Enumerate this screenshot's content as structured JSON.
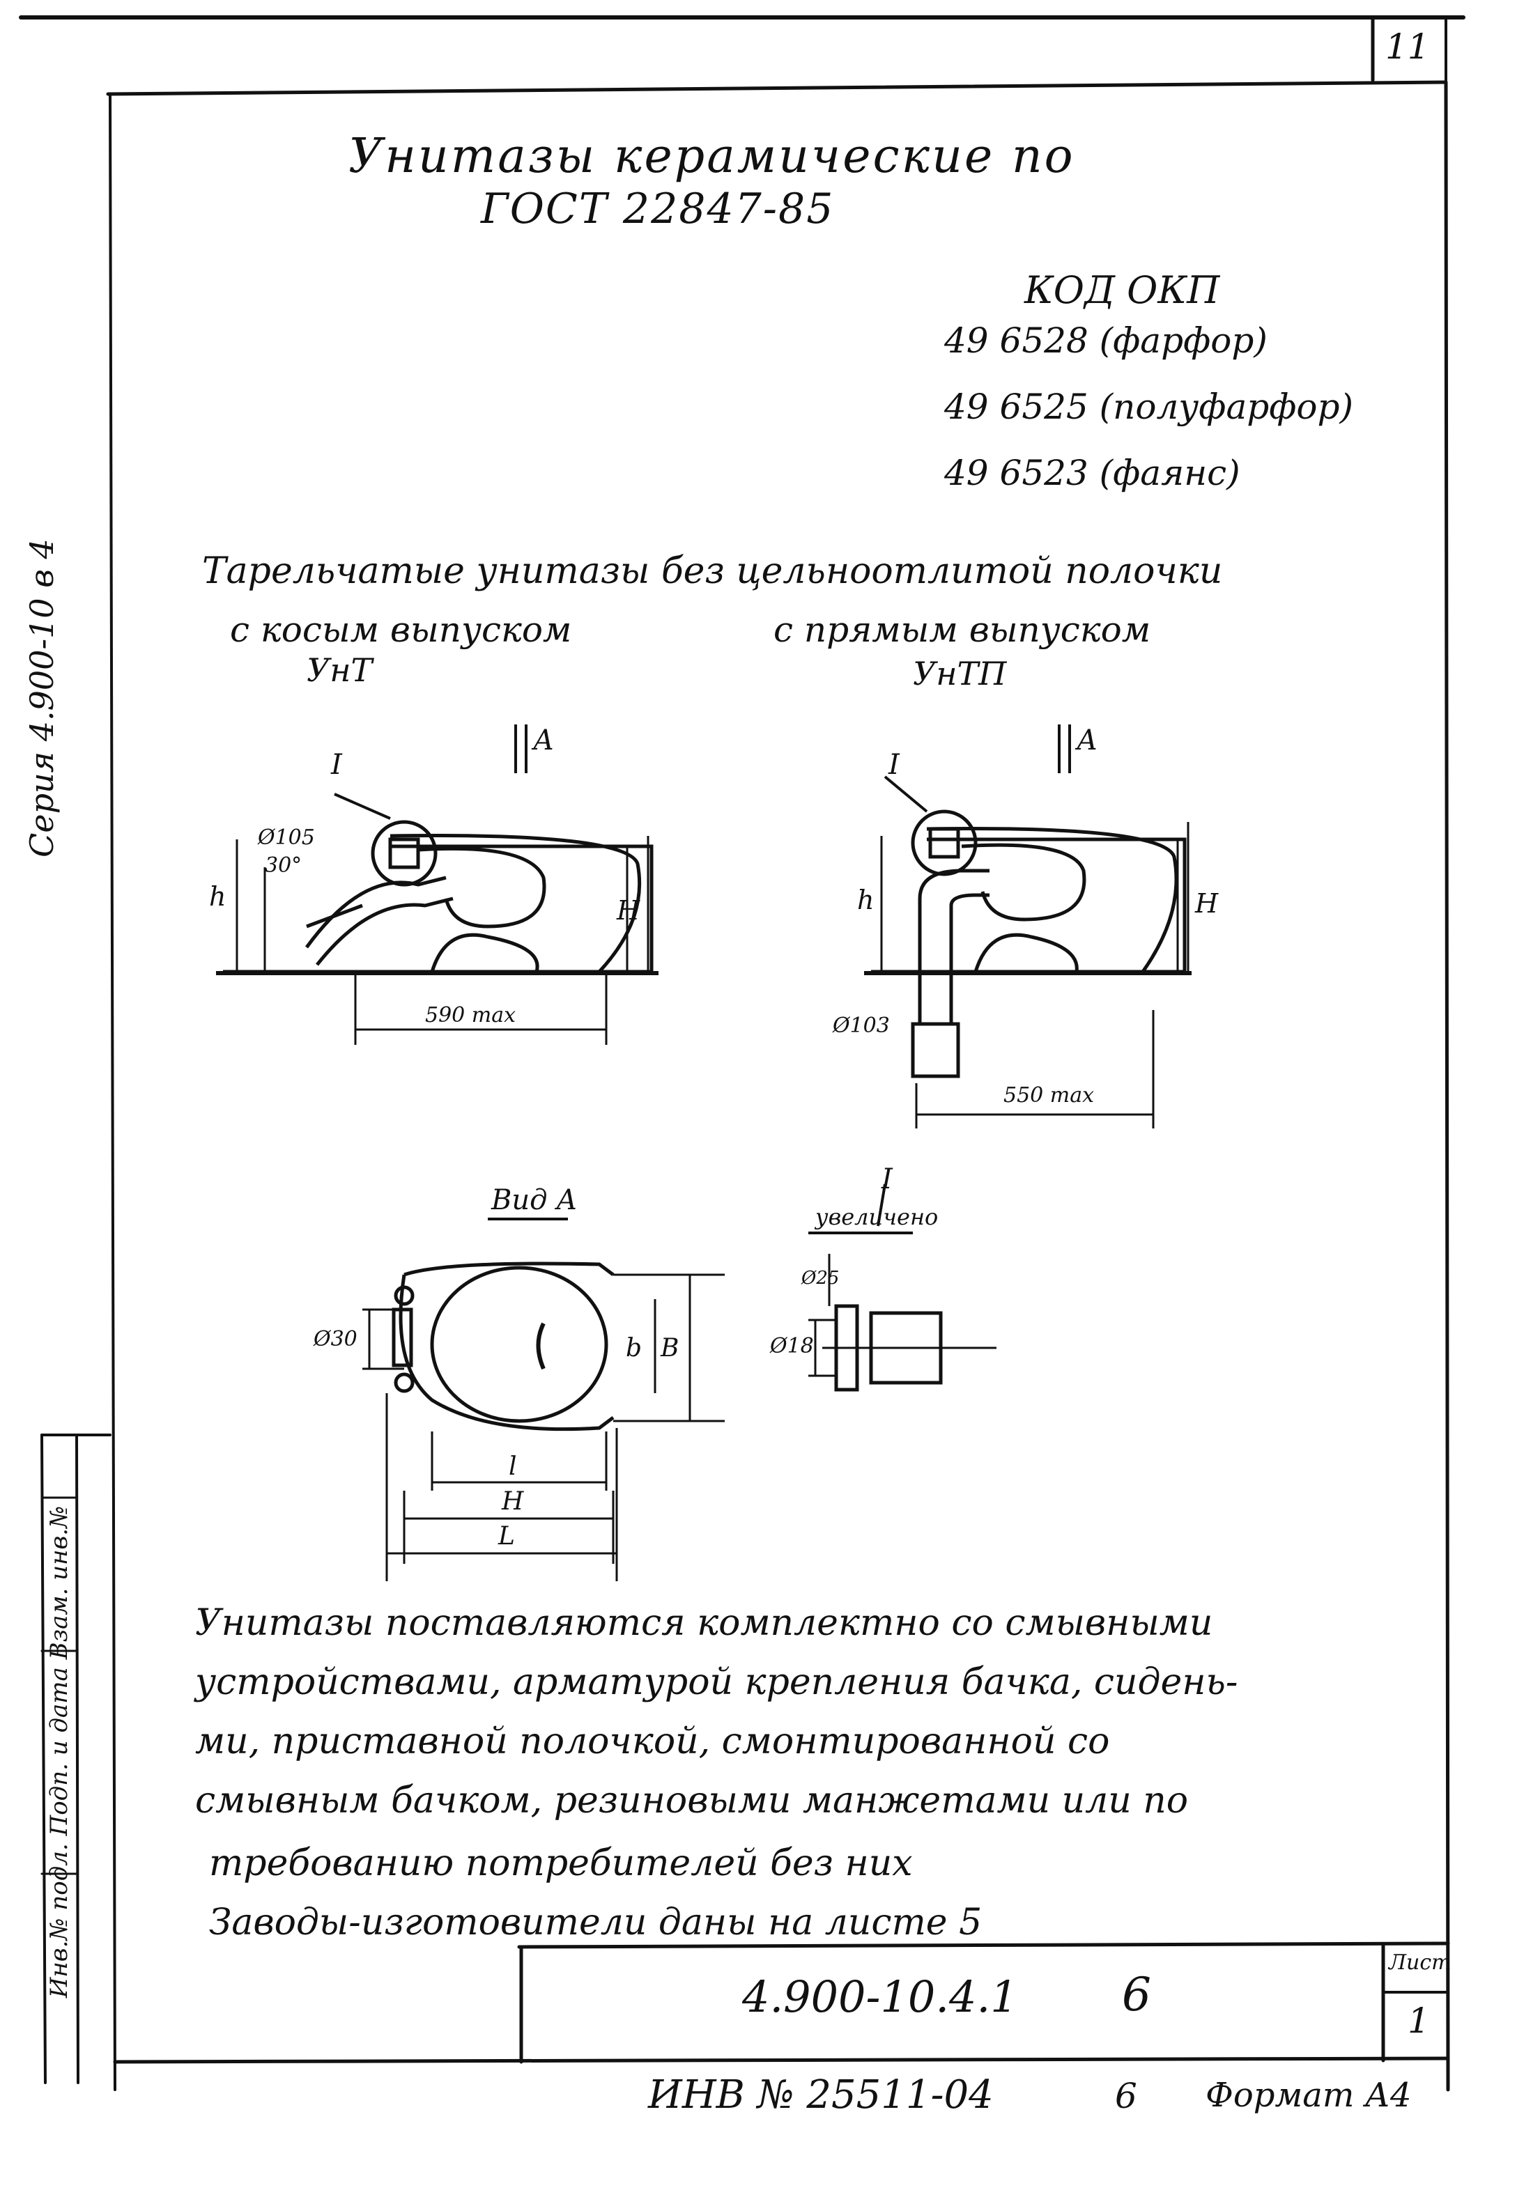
{
  "sheet_number": "11",
  "title": {
    "line1": "Унитазы керамические по",
    "line2": "ГОСТ 22847-85"
  },
  "okp": {
    "heading": "КОД ОКП",
    "codes": [
      "49 6528 (фарфор)",
      "49 6525 (полуфарфор)",
      "49 6523 (фаянс)"
    ]
  },
  "section_title": "Тарельчатые унитазы без цельноотлитой полочки",
  "left_type": {
    "caption": "с косым выпуском",
    "code": "УнТ"
  },
  "right_type": {
    "caption": "с прямым выпуском",
    "code": "УнТП"
  },
  "drawing_labels": {
    "arrow": "А",
    "detail": "I",
    "h": "h",
    "H": "H",
    "B": "B",
    "b": "b",
    "L": "L",
    "l": "l",
    "d105": "Ø105",
    "d103": "Ø103",
    "angle": "30°",
    "dim_left": "590 max",
    "dim_right": "550 max",
    "view_a": "Вид А",
    "d30": "Ø30",
    "d18": "Ø18",
    "detail_note": "увеличено",
    "detail_dim": "Ø25"
  },
  "note_lines": [
    "Унитазы поставляются комплектно со смывными",
    "устройствами, арматурой крепления бачка, сидень-",
    "ми, приставной полочкой, смонтированной со",
    "смывным бачком, резиновыми манжетами или по",
    "требованию потребителей без них",
    "Заводы-изготовители даны на листе 5"
  ],
  "margin": {
    "series": "Серия 4.900-10 в 4",
    "stamp": "Инв.№ подл. Подп. и дата Взам. инв.№"
  },
  "title_block": {
    "designation": "4.900-10.4.1",
    "number": "6",
    "sheet_label": "Лист",
    "sheet_value": "1"
  },
  "footer": {
    "inventory": "ИНВ № 25511-04",
    "number": "6",
    "format": "Формат А4"
  }
}
